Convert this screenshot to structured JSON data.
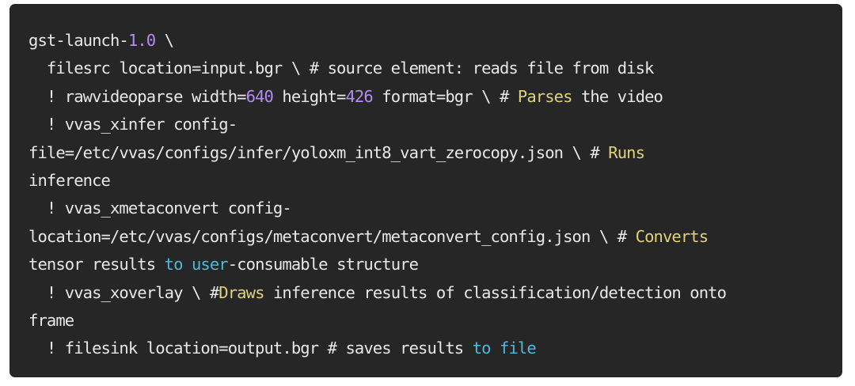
{
  "code_block": {
    "language": "shell",
    "colors": {
      "background": "#262626",
      "default": "#e8e8e8",
      "number": "#b48cf2",
      "keyword": "#dfd27a",
      "builtin": "#4fb8dd"
    },
    "lines": [
      [
        {
          "text": "gst-launch-",
          "kind": "default"
        },
        {
          "text": "1.0",
          "kind": "number"
        },
        {
          "text": " \\",
          "kind": "default"
        }
      ],
      [
        {
          "text": "  filesrc location=input.bgr \\ # source element: reads file from disk",
          "kind": "default"
        }
      ],
      [
        {
          "text": "  ! rawvideoparse width=",
          "kind": "default"
        },
        {
          "text": "640",
          "kind": "number"
        },
        {
          "text": " height=",
          "kind": "default"
        },
        {
          "text": "426",
          "kind": "number"
        },
        {
          "text": " format=bgr \\ # ",
          "kind": "default"
        },
        {
          "text": "Parses",
          "kind": "keyword"
        },
        {
          "text": " the video",
          "kind": "default"
        }
      ],
      [
        {
          "text": "  ! vvas_xinfer config-",
          "kind": "default"
        }
      ],
      [
        {
          "text": "file=/etc/vvas/configs/infer/yoloxm_int8_vart_zerocopy.json \\ # ",
          "kind": "default"
        },
        {
          "text": "Runs",
          "kind": "keyword"
        }
      ],
      [
        {
          "text": "inference",
          "kind": "default"
        }
      ],
      [
        {
          "text": "  ! vvas_xmetaconvert config-",
          "kind": "default"
        }
      ],
      [
        {
          "text": "location=/etc/vvas/configs/metaconvert/metaconvert_config.json \\ # ",
          "kind": "default"
        },
        {
          "text": "Converts",
          "kind": "keyword"
        }
      ],
      [
        {
          "text": "tensor results ",
          "kind": "default"
        },
        {
          "text": "to",
          "kind": "builtin"
        },
        {
          "text": " ",
          "kind": "default"
        },
        {
          "text": "user",
          "kind": "builtin"
        },
        {
          "text": "-consumable structure",
          "kind": "default"
        }
      ],
      [
        {
          "text": "  ! vvas_xoverlay \\ #",
          "kind": "default"
        },
        {
          "text": "Draws",
          "kind": "keyword"
        },
        {
          "text": " inference results of classification/detection onto",
          "kind": "default"
        }
      ],
      [
        {
          "text": "frame",
          "kind": "default"
        }
      ],
      [
        {
          "text": "  ! filesink location=output.bgr # saves results ",
          "kind": "default"
        },
        {
          "text": "to",
          "kind": "builtin"
        },
        {
          "text": " ",
          "kind": "default"
        },
        {
          "text": "file",
          "kind": "builtin"
        }
      ]
    ]
  }
}
